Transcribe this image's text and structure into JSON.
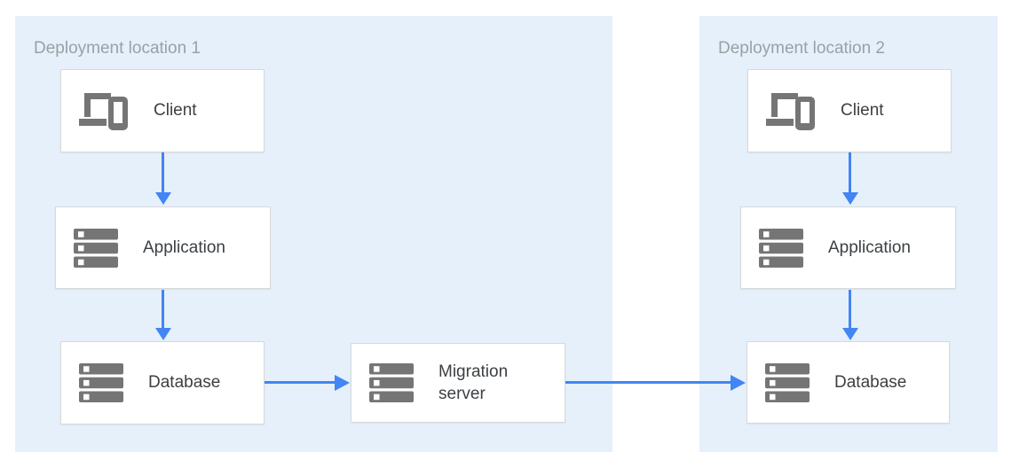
{
  "diagram": {
    "regions": [
      {
        "title": "Deployment location 1",
        "nodes": [
          {
            "id": "client-1",
            "label": "Client",
            "icon": "devices-icon"
          },
          {
            "id": "application-1",
            "label": "Application",
            "icon": "storage-icon"
          },
          {
            "id": "database-1",
            "label": "Database",
            "icon": "storage-icon"
          }
        ]
      },
      {
        "title": "Deployment location 2",
        "nodes": [
          {
            "id": "client-2",
            "label": "Client",
            "icon": "devices-icon"
          },
          {
            "id": "application-2",
            "label": "Application",
            "icon": "storage-icon"
          },
          {
            "id": "database-2",
            "label": "Database",
            "icon": "storage-icon"
          }
        ]
      }
    ],
    "nodes_outside_regions": [
      {
        "id": "migration-server",
        "label": "Migration server",
        "icon": "storage-icon"
      }
    ],
    "edges": [
      {
        "from": "client-1",
        "to": "application-1"
      },
      {
        "from": "application-1",
        "to": "database-1"
      },
      {
        "from": "database-1",
        "to": "migration-server"
      },
      {
        "from": "migration-server",
        "to": "database-2"
      },
      {
        "from": "client-2",
        "to": "application-2"
      },
      {
        "from": "application-2",
        "to": "database-2"
      }
    ],
    "colors": {
      "page_background": "#ffffff",
      "region_background": "#e6f0fa",
      "region_title": "#9aa0a6",
      "node_background": "#ffffff",
      "node_border": "#d7d9da",
      "node_label": "#3c4043",
      "icon": "#757575",
      "arrow": "#4285f4"
    }
  }
}
